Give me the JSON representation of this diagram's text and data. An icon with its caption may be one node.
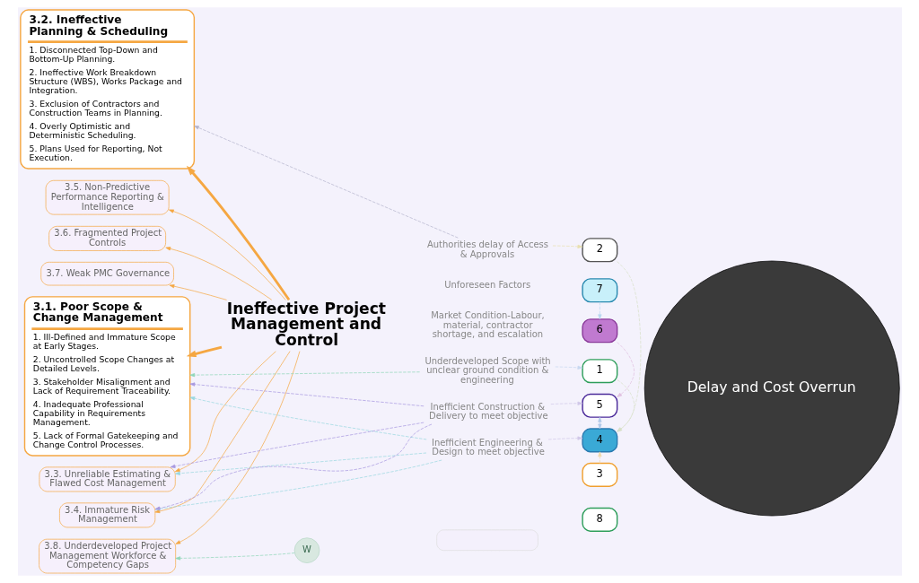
{
  "diagram": {
    "nodes": [
      {
        "text": [
          "3.1. Poor Scope & Change Management",
          "1. Ill-Defined and Immature Scope at Early Stages.",
          "2. Uncontrolled Scope Changes at Detailed Levels.",
          "3. Stakeholder Misalignment and Lack of Requirement Traceability.",
          "4. Inadequate Professional Capability in Requirements Management.",
          "5. Lack of Formal Gatekeeping and Change Control Processes."
        ]
      },
      {
        "text": [
          "3.2. Ineffective Planning & Scheduling",
          "1. Disconnected Top-Down and Bottom-Up Planning.",
          "2. Ineffective Work Breakdown Structure (WBS), Works Package and Integration.",
          "3. Exclusion of Contractors and Construction Teams in Planning.",
          "4. Overly Optimistic and Deterministic Scheduling.",
          "5. Plans Used for Reporting, Not Execution."
        ]
      },
      {
        "text": [
          "Ineffective Project Management and Control"
        ]
      },
      {
        "text": [
          "3.3. Unreliable Estimating & Flawed Cost Management"
        ]
      },
      {
        "text": [
          "3.4. Immature Risk Management"
        ]
      },
      {
        "text": [
          "3.5. Non-Predictive Performance Reporting & Intelligence"
        ]
      },
      {
        "text": [
          "3.6. Fragmented Project Controls"
        ]
      },
      {
        "text": [
          "3.7. Weak PMC Governance"
        ]
      },
      {
        "text": [
          "3.8. Underdeveloped Project Management Workforce & Competency Gaps"
        ]
      },
      {
        "text": [
          "Delay and Cost Overrun"
        ]
      },
      {
        "text": [
          "1"
        ]
      },
      {
        "text": [
          "2"
        ]
      },
      {
        "text": [
          "3"
        ]
      },
      {
        "text": [
          "4"
        ]
      },
      {
        "text": [
          "5"
        ]
      },
      {
        "text": [
          "6"
        ]
      },
      {
        "text": [
          "7"
        ]
      },
      {
        "text": [
          "8"
        ]
      },
      {
        "text": [
          "Underdeveloped Scope with unclear ground condition & engineering"
        ]
      },
      {
        "text": [
          "Authorities delay of Access & Approvals"
        ]
      },
      {
        "text": [
          "Inefficient Engineering & Design to meet objective"
        ]
      },
      {
        "text": [
          "Inefficient Construction & Delivery to meet objective"
        ]
      },
      {
        "text": [
          "Market Condition-Labour, material, contractor shortage, and escalation"
        ]
      },
      {
        "text": [
          "Unforeseen Factors"
        ]
      },
      {
        "text": [],
        "shape": "box"
      },
      {
        "text": [
          "W"
        ]
      }
    ],
    "edges": [
      {
        "from": 2,
        "to": 0,
        "arrow": "to",
        "style": "thick"
      },
      {
        "from": 2,
        "to": 1,
        "arrow": "to",
        "style": "thick"
      },
      {
        "from": 2,
        "to": 3,
        "arrow": "to"
      },
      {
        "from": 2,
        "to": 4,
        "arrow": "to"
      },
      {
        "from": 2,
        "to": 5,
        "arrow": "to"
      },
      {
        "from": 2,
        "to": 6,
        "arrow": "to"
      },
      {
        "from": 2,
        "to": 7,
        "arrow": "to"
      },
      {
        "from": 2,
        "to": 8,
        "arrow": "to"
      },
      {
        "from": 18,
        "to": 0,
        "arrow": "to",
        "style": "dashed",
        "color": "#8fd6b8"
      },
      {
        "from": 19,
        "to": 1,
        "arrow": "to",
        "style": "dashed",
        "color": "#b4b4cc"
      },
      {
        "from": 20,
        "to": 0,
        "arrow": "to",
        "style": "dashed",
        "color": "#9ad8e0"
      },
      {
        "from": 20,
        "to": 3,
        "arrow": "to",
        "style": "dashed",
        "color": "#9ad8e0"
      },
      {
        "from": 20,
        "to": 4,
        "arrow": "to",
        "style": "dashed",
        "color": "#9ad8e0"
      },
      {
        "from": 21,
        "to": 0,
        "arrow": "to",
        "style": "dashed",
        "color": "#a898e0"
      },
      {
        "from": 21,
        "to": 3,
        "arrow": "to",
        "style": "dashed",
        "color": "#a898e0"
      },
      {
        "from": 21,
        "to": 4,
        "arrow": "to",
        "style": "dashed",
        "color": "#a898e0"
      },
      {
        "from": 18,
        "to": 10,
        "arrow": "to",
        "style": "dashed",
        "color": "#c8d8f0"
      },
      {
        "from": 19,
        "to": 11,
        "arrow": "to",
        "style": "dashed",
        "color": "#e8e0b0"
      },
      {
        "from": 20,
        "to": 13,
        "arrow": "to",
        "style": "dashed",
        "color": "#d0c8e8"
      },
      {
        "from": 21,
        "to": 14,
        "arrow": "to",
        "style": "dashed",
        "color": "#d0c8e8"
      },
      {
        "from": 10,
        "to": 13,
        "arrow": "to",
        "style": "dashed",
        "color": "#d8e0c8"
      },
      {
        "from": 11,
        "to": 13,
        "arrow": "to",
        "style": "dashed",
        "color": "#d8e0c8"
      },
      {
        "from": 12,
        "to": 13,
        "arrow": "to",
        "style": "dashed",
        "color": "#f0d8a8"
      },
      {
        "from": 13,
        "to": 14,
        "arrow": "both",
        "style": "dashed",
        "color": "#b0c8e8"
      },
      {
        "from": 15,
        "to": 14,
        "arrow": "to",
        "style": "dashed",
        "color": "#e0c0e0"
      },
      {
        "from": 16,
        "to": 15,
        "arrow": "to",
        "style": "dashed",
        "color": "#b8d8f0"
      },
      {
        "from": 25,
        "to": 8,
        "arrow": "to",
        "style": "dashed",
        "color": "#8fd6b8"
      }
    ]
  }
}
